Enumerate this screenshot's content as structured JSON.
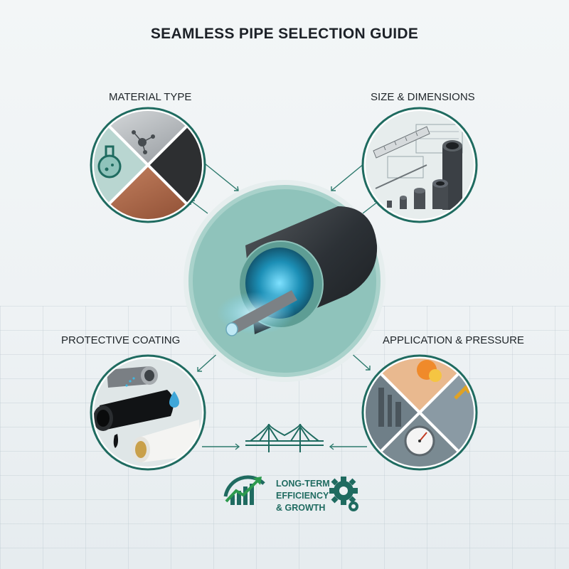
{
  "title": "SEAMLESS PIPE SELECTION GUIDE",
  "sections": {
    "material": {
      "label": "MATERIAL TYPE"
    },
    "size": {
      "label": "SIZE & DIMENSIONS"
    },
    "coating": {
      "label": "PROTECTIVE COATING"
    },
    "application": {
      "label": "APPLICATION & PRESSURE"
    }
  },
  "footer": {
    "line1": "LONG-TERM",
    "line2": "EFFICIENCY",
    "line3": "& GROWTH"
  },
  "colors": {
    "teal_dark": "#1f6b60",
    "teal_light": "#8fc3bb",
    "pipe_dark": "#2c3136",
    "accent_blue": "#3fb7e0"
  },
  "icons": [
    "flask-icon",
    "molecule-icon",
    "ruler-icon",
    "water-drop-icon",
    "pressure-gauge-icon",
    "bridge-icon",
    "growth-chart-icon",
    "gear-icon"
  ]
}
